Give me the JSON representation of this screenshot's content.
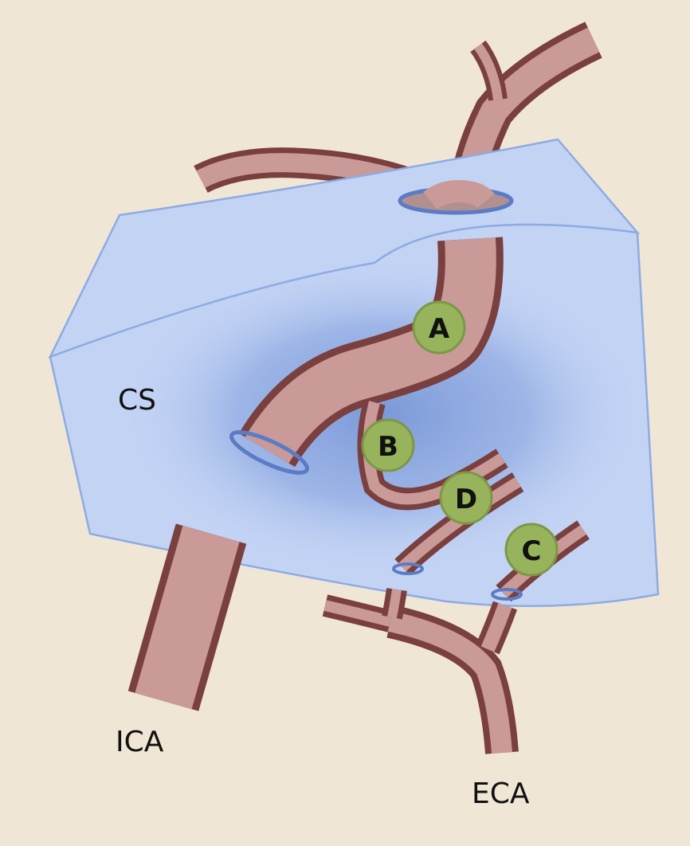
{
  "labels": {
    "cs": "CS",
    "ica": "ICA",
    "eca": "ECA"
  },
  "markers": {
    "a": "A",
    "b": "B",
    "c": "C",
    "d": "D"
  },
  "colors": {
    "background": "#f0e6d6",
    "sinus_fill": "#c3d3f4",
    "sinus_edge": "#8eabe3",
    "sinus_shade": "#6f8fd3",
    "vessel_fill": "#c99a98",
    "vessel_edge": "#7a3f3f",
    "marker_fill": "#97b35c",
    "marker_edge": "#7c9847"
  }
}
